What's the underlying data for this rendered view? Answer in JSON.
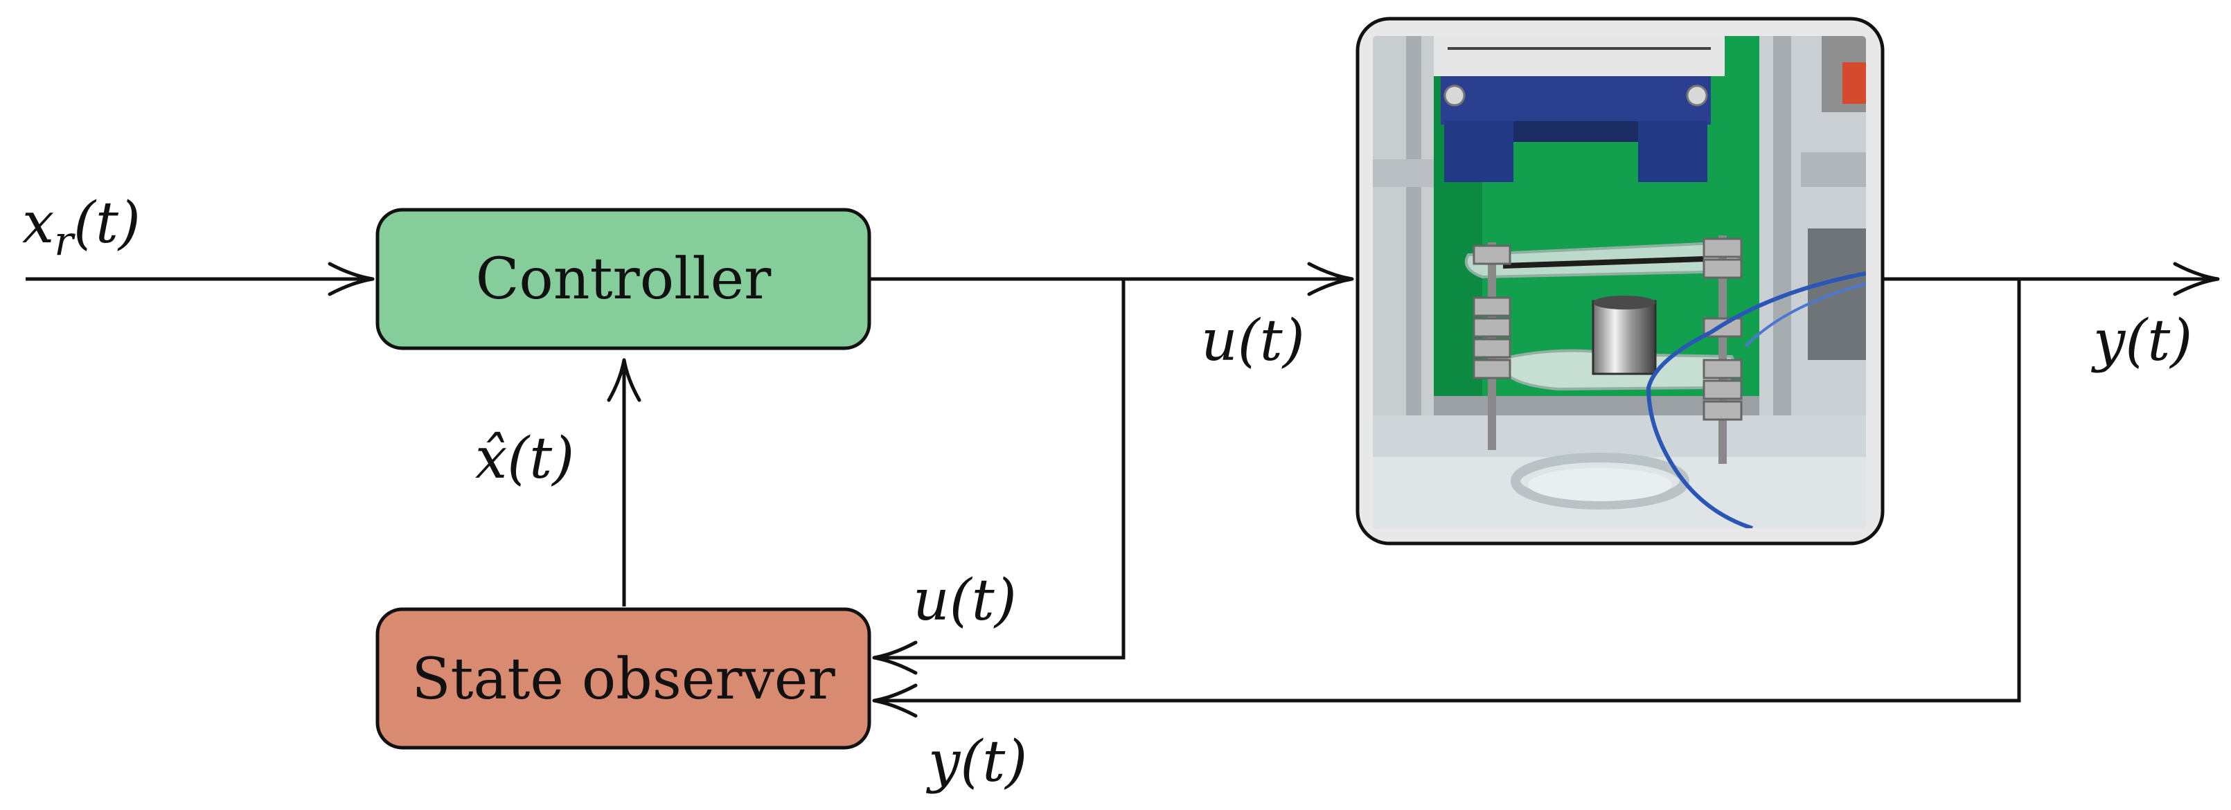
{
  "blocks": {
    "controller": {
      "label": "Controller",
      "fill": "#86cd9c"
    },
    "observer": {
      "label": "State observer",
      "fill": "#d98b71"
    },
    "plant": {
      "frame_fill": "#e8e8e8",
      "photo_background": "#12a04e"
    }
  },
  "signals": {
    "reference": {
      "symbol": "x",
      "subscript": "r",
      "arg": "(t)"
    },
    "estimate": {
      "symbol": "x̂",
      "arg": "(t)"
    },
    "control_main": "u(t)",
    "control_feedback": "u(t)",
    "output_main": "y(t)",
    "output_feedback": "y(t)"
  },
  "icons": [
    "arrow-head-right",
    "arrow-head-left",
    "arrow-head-up"
  ]
}
